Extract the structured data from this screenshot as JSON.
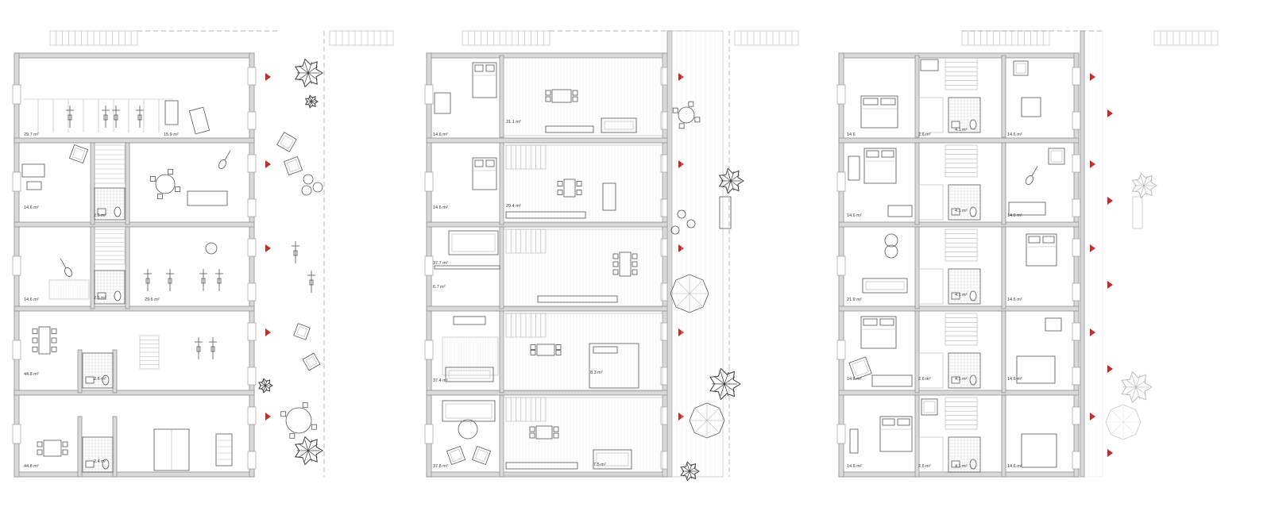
{
  "colors": {
    "wall": "#8f8f8f",
    "wall_fill": "#d9d9d9",
    "line": "#555555",
    "light_line": "#b5b5b5",
    "dash": "#9a9a9a",
    "entrance_marker": "#b5322e",
    "vegetation": "#3a3a3a",
    "paper": "#ffffff"
  },
  "plans": [
    {
      "id": "plan-a",
      "floors": [
        {
          "labels": [
            "29.7 m²",
            "15.9 m²"
          ]
        },
        {
          "labels": [
            "14.6 m²",
            "2.6 m²"
          ]
        },
        {
          "labels": [
            "14.6 m²",
            "2.6 m²",
            "29.6 m²"
          ]
        },
        {
          "labels": [
            "44.8 m²",
            "2.6 m²"
          ]
        },
        {
          "labels": [
            "44.8 m²",
            "2.4 m²"
          ]
        }
      ]
    },
    {
      "id": "plan-b",
      "floors": [
        {
          "labels": [
            "14.6 m²",
            "31.1 m²"
          ]
        },
        {
          "labels": [
            "14.6 m²",
            "29.4 m²"
          ]
        },
        {
          "labels": [
            "37.7 m²",
            "6.7 m²"
          ]
        },
        {
          "labels": [
            "37.4 m²",
            "8.3 m²"
          ]
        },
        {
          "labels": [
            "37.8 m²",
            "7.5 m²"
          ]
        }
      ]
    },
    {
      "id": "plan-c",
      "floors": [
        {
          "labels": [
            "14.6",
            "2.6 m²",
            "4.1 m²",
            "14.6 m²"
          ]
        },
        {
          "labels": [
            "14.6 m²",
            "4.1 m²",
            "14.6 m²"
          ]
        },
        {
          "labels": [
            "21.9 m²",
            "4.1 m²",
            "14.6 m²"
          ]
        },
        {
          "labels": [
            "14.6 m²",
            "2.6 m²",
            "4.1 m²",
            "14.6 m²"
          ]
        },
        {
          "labels": [
            "14.6 m²",
            "2.6 m²",
            "4.1 m²",
            "14.6 m²"
          ]
        }
      ]
    }
  ]
}
